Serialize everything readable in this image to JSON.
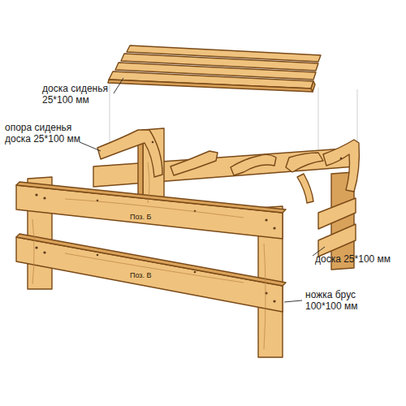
{
  "diagram": {
    "labels": [
      "доска сиденья 25*100 мм",
      "опора сиденья доска 25*100 мм",
      "Поз. Б",
      "Поз. В",
      "доска 25*100 мм",
      "ножка брус 100*100 мм"
    ]
  }
}
